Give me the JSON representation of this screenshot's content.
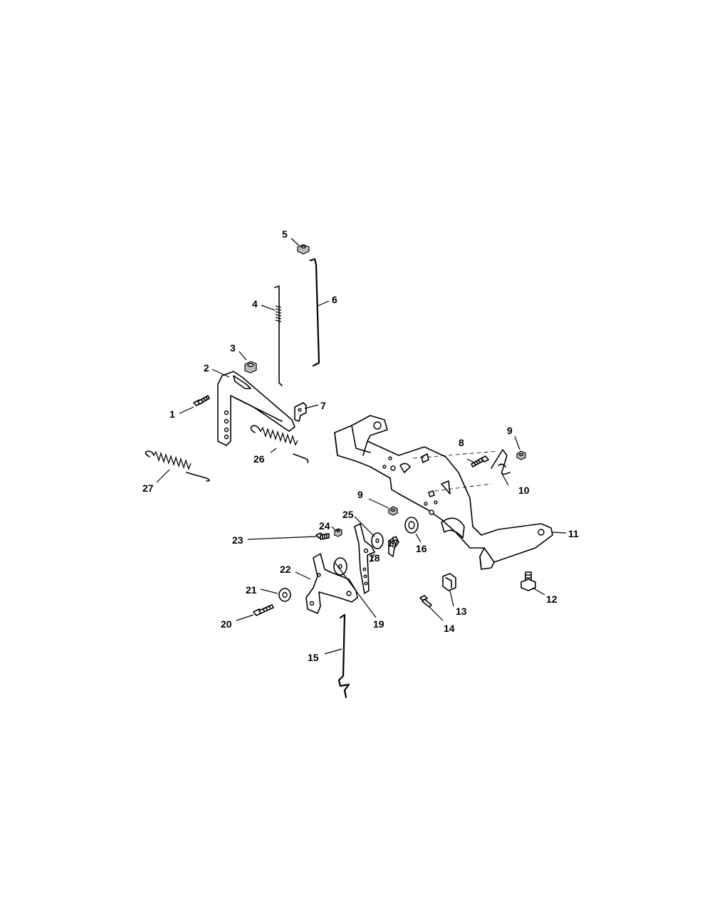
{
  "diagram": {
    "callouts": [
      "1",
      "2",
      "3",
      "4",
      "5",
      "6",
      "7",
      "8",
      "9",
      "9",
      "10",
      "11",
      "12",
      "13",
      "14",
      "15",
      "16",
      "17",
      "18",
      "19",
      "20",
      "21",
      "22",
      "23",
      "24",
      "25",
      "26",
      "27"
    ]
  },
  "colors": {
    "line": "#000000",
    "background": "#ffffff"
  }
}
